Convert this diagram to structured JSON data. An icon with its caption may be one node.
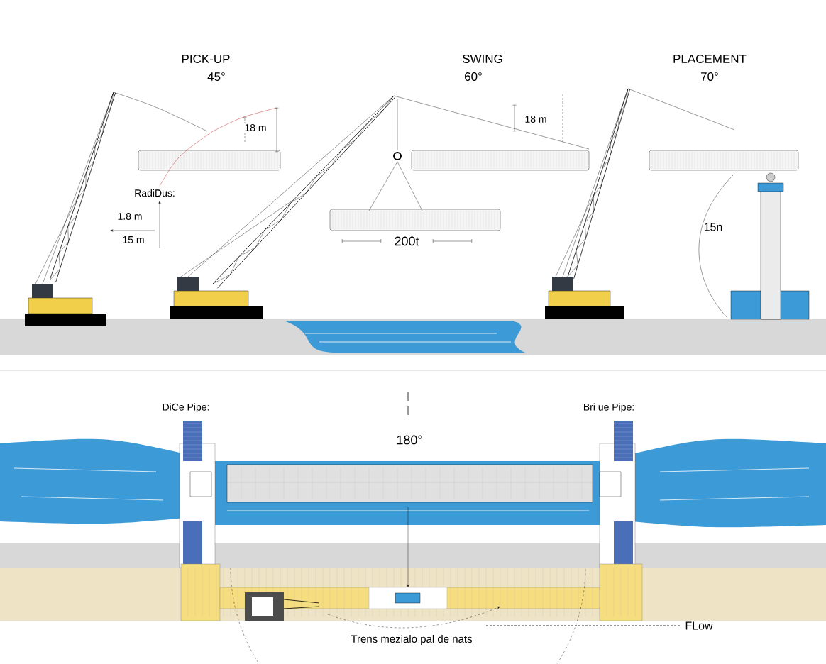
{
  "diagram": {
    "labels": [
      "PICK-UP",
      "45°",
      "SWING",
      "60°",
      "PLACEMENT",
      "70°",
      "18 m",
      "18 m",
      "RadiDus:",
      "1.8 m",
      "15 m",
      "200t",
      "15n",
      "DiCe Pipe:",
      "Bri ue Pipe:",
      "180°",
      "FLow",
      "Trens mezialo pal de nats"
    ]
  }
}
